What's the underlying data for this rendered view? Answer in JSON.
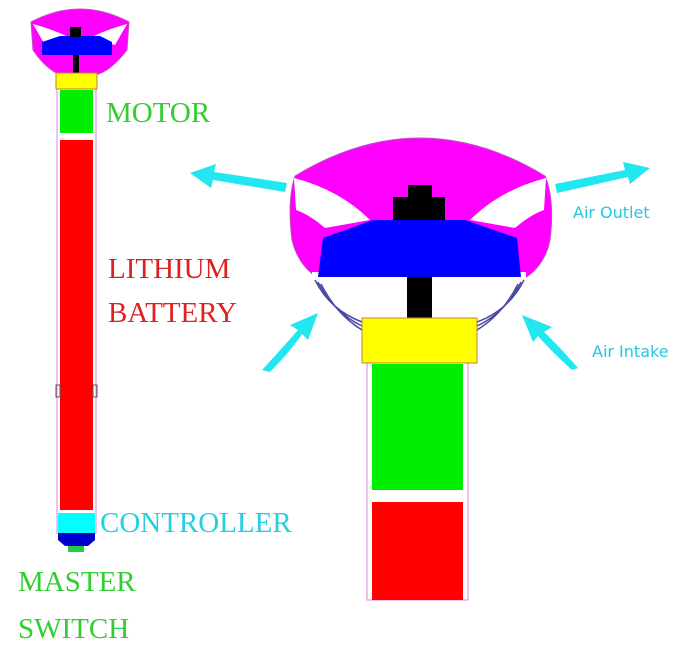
{
  "labels": {
    "motor": "MOTOR",
    "battery_line1": "LITHIUM",
    "battery_line2": "BATTERY",
    "controller": "CONTROLLER",
    "switch_line1": "MASTER",
    "switch_line2": "SWITCH",
    "air_outlet": "Air Outlet",
    "air_intake": "Air Intake"
  },
  "colors": {
    "motor": "#00ee00",
    "battery": "#ff0000",
    "controller": "#00ffff",
    "fan_housing": "#ff00ff",
    "fan_blade": "#0000ff",
    "mount": "#ffff00",
    "airflow": "#22e6f0"
  }
}
